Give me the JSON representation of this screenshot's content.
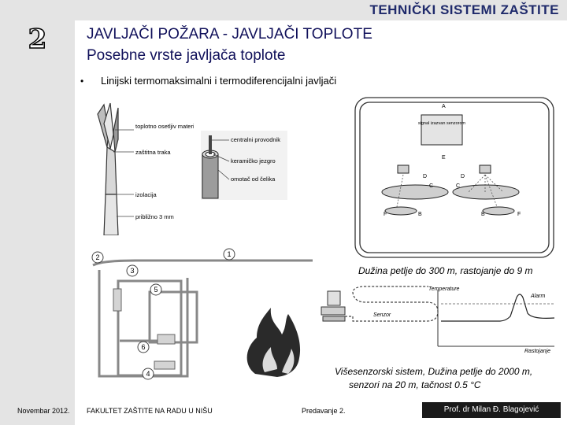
{
  "header": {
    "brand": "TEHNIČKI SISTEMI ZAŠTITE"
  },
  "slide": {
    "number": "2"
  },
  "title": "JAVLJAČI POŽARA - JAVLJAČI TOPLOTE",
  "subtitle": "Posebne vrste javljača toplote",
  "bullet": "Linijski termomaksimalni i termodiferencijalni javljači",
  "figure_cable": {
    "labels": [
      "toplotno osetljiv materijal",
      "zaštitna traka",
      "izolacija",
      "približno 3 mm"
    ]
  },
  "figure_coax": {
    "labels": [
      "centralni provodnik",
      "keramičko jezgro",
      "omotač od čelika"
    ]
  },
  "figure_loop": {
    "box_label": "signal izazvan senzorom",
    "letters": [
      "A",
      "E",
      "D",
      "C",
      "C",
      "D",
      "F",
      "B",
      "B",
      "F"
    ]
  },
  "figure_circuit": {
    "markers": [
      "1",
      "2",
      "3",
      "5",
      "6",
      "4"
    ]
  },
  "caption_loop": "Dužina petlje do 300 m, rastojanje do 9 m",
  "figure_graph": {
    "temperature_label": "Temperature",
    "alarm_label": "Alarm",
    "sensor_label": "Senzor",
    "distance_label": "Rastojanje"
  },
  "caption_multi_line1": "Višesenzorski sistem, Dužina petlje do 2000 m,",
  "caption_multi_line2": "senzori na 20 m, tačnost 0.5 °C",
  "footer": {
    "date": "Novembar 2012.",
    "faculty": "FAKULTET ZAŠTITE NA RADU U NIŠU",
    "lecture": "Predavanje 2.",
    "author": "Prof. dr Milan Đ. Blagojević"
  }
}
